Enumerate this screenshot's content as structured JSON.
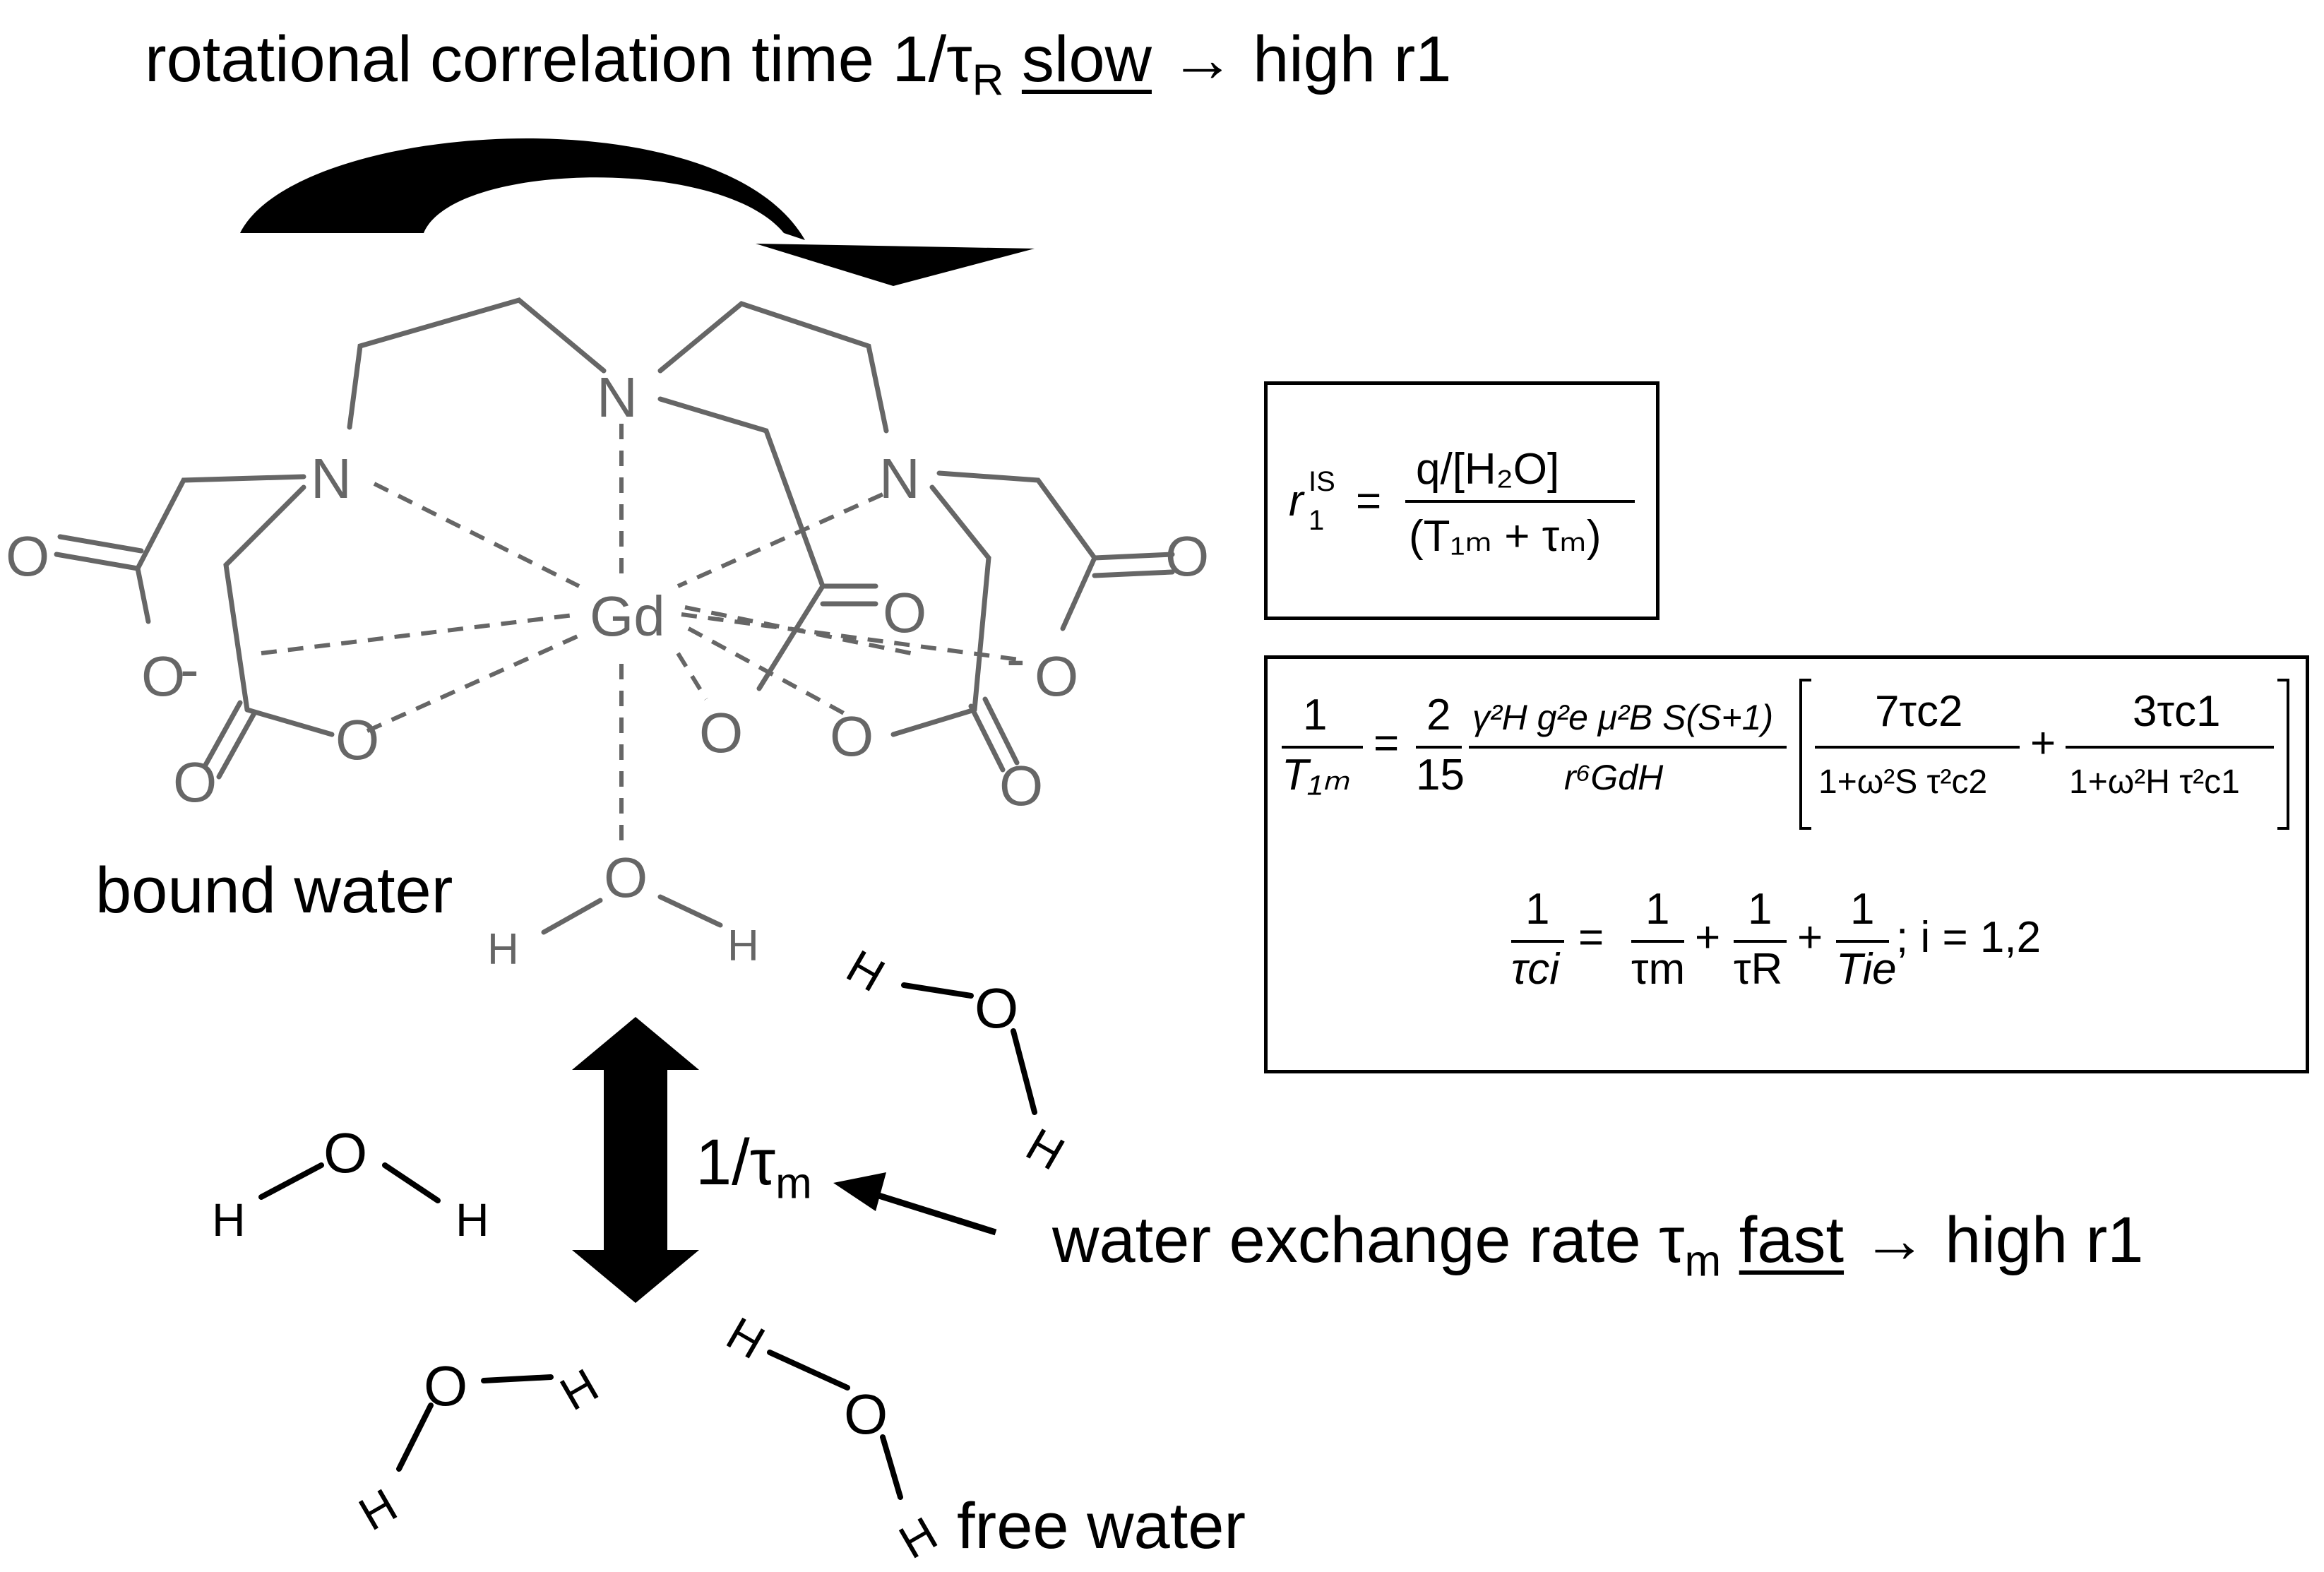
{
  "title": {
    "prefix": "rotational correlation time 1/τ",
    "sub": "R",
    "underlined": "slow",
    "suffix": "→ high r1"
  },
  "labels": {
    "bound_water": "bound water",
    "free_water": "free water",
    "exchange_rate_label": "1/τ",
    "exchange_rate_sub": "m"
  },
  "exchange_note": {
    "prefix": "water exchange rate τ",
    "sub": "m",
    "underlined": "fast",
    "suffix": "→ high r1"
  },
  "molecule": {
    "metal": "Gd",
    "nitrogen": "N",
    "oxygen": "O",
    "hydrogen": "H",
    "dash": "-"
  },
  "equations": {
    "r1_lhs": "r",
    "r1_lhs_sub": "1",
    "r1_lhs_sup": "IS",
    "r1_numerator": "q/[H₂O]",
    "r1_denominator": "(T₁ₘ + τₘ)",
    "t1m_lhs_num": "1",
    "t1m_lhs_den": "T₁ₘ",
    "frac_2_15_num": "2",
    "frac_2_15_den": "15",
    "gamma_num": "γ²H g²e μ²B S(S+1)",
    "gamma_den": "r⁶GdH",
    "term1_num": "7τc2",
    "term1_den": "1+ω²S τ²c2",
    "term2_num": "3τc1",
    "term2_den": "1+ω²H τ²c1",
    "tau_lhs_num": "1",
    "tau_lhs_den": "τci",
    "tau_m_num": "1",
    "tau_m_den": "τm",
    "tau_r_num": "1",
    "tau_r_den": "τR",
    "tie_num": "1",
    "tie_den": "Tie",
    "tau_suffix": "; i = 1,2",
    "equals": "=",
    "plus": "+"
  },
  "colors": {
    "structure": "#666666",
    "ink": "#000000"
  }
}
